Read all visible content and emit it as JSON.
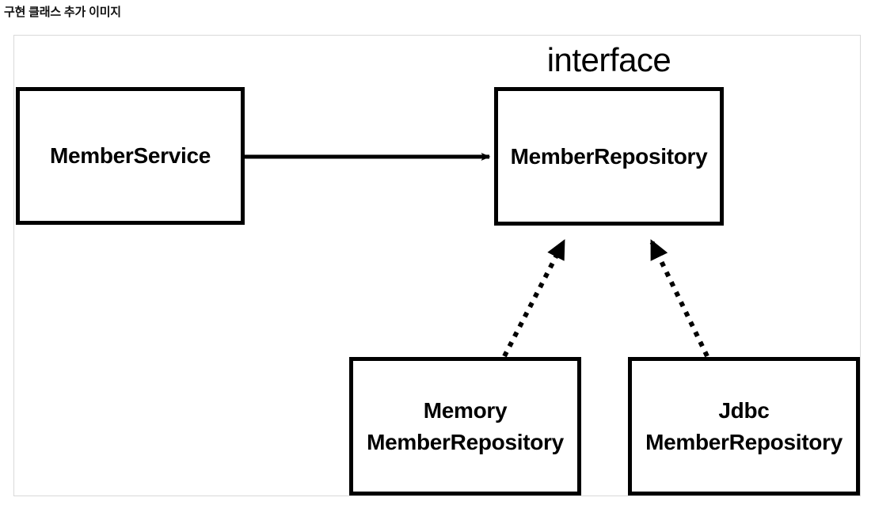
{
  "heading": "구현 클래스 추가 이미지",
  "diagram": {
    "stereotype_label": "interface",
    "boxes": [
      {
        "id": "member-service",
        "label": "MemberService"
      },
      {
        "id": "member-repository",
        "label": "MemberRepository"
      },
      {
        "id": "memory-member-repository",
        "label": "Memory\nMemberRepository"
      },
      {
        "id": "jdbc-member-repository",
        "label": "Jdbc\nMemberRepository"
      }
    ],
    "connectors": [
      {
        "id": "dependency-service-to-repository",
        "kind": "dependency-arrow",
        "style": "solid",
        "from": "MemberService",
        "to": "MemberRepository"
      },
      {
        "id": "realization-memory-to-repository",
        "kind": "realization-arrow",
        "style": "dotted",
        "from": "MemoryMemberRepository",
        "to": "MemberRepository"
      },
      {
        "id": "realization-jdbc-to-repository",
        "kind": "realization-arrow",
        "style": "dotted",
        "from": "JdbcMemberRepository",
        "to": "MemberRepository"
      }
    ],
    "colors": {
      "stroke": "#000000",
      "fill": "#ffffff",
      "frame_border": "#d9d9d9",
      "heading_text": "#111111"
    }
  }
}
